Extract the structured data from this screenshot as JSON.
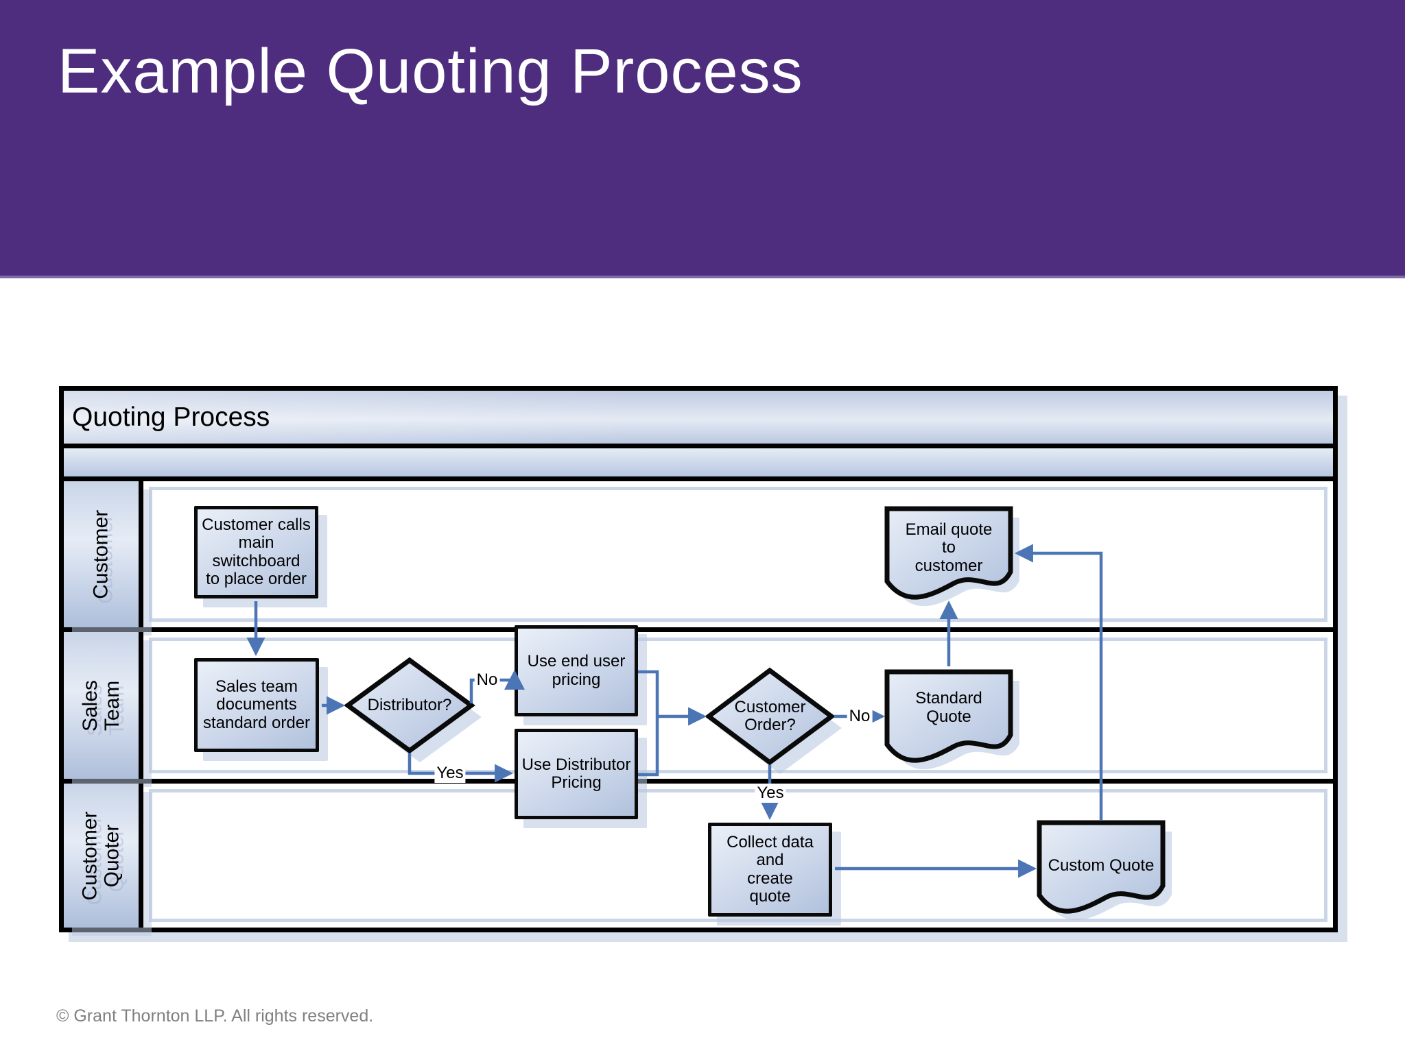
{
  "slide": {
    "title": "Example Quoting Process",
    "footer": "© Grant Thornton LLP. All rights reserved."
  },
  "diagram": {
    "title": "Quoting Process",
    "lanes": {
      "customer": {
        "lines": [
          "Customer"
        ]
      },
      "sales_team": {
        "lines": [
          "Sales",
          "Team"
        ]
      },
      "customer_quoter": {
        "lines": [
          "Customer",
          "Quoter"
        ]
      }
    },
    "nodes": {
      "customer_calls": {
        "type": "process",
        "lines": [
          "Customer calls",
          "main switchboard",
          "to place order"
        ]
      },
      "sales_team_documents": {
        "type": "process",
        "lines": [
          "Sales team",
          "documents",
          "standard order"
        ]
      },
      "distributor": {
        "type": "decision",
        "lines": [
          "Distributor?"
        ]
      },
      "use_end_user_pricing": {
        "type": "process",
        "lines": [
          "Use end user",
          "pricing"
        ]
      },
      "use_distributor_pricing": {
        "type": "process",
        "lines": [
          "Use Distributor",
          "Pricing"
        ]
      },
      "customer_order": {
        "type": "decision",
        "lines": [
          "Customer",
          "Order?"
        ]
      },
      "standard_quote": {
        "type": "document",
        "lines": [
          "Standard",
          "Quote"
        ]
      },
      "email_quote": {
        "type": "document",
        "lines": [
          "Email quote",
          "to",
          "customer"
        ]
      },
      "collect_data": {
        "type": "process",
        "lines": [
          "Collect data and",
          "create",
          "quote"
        ]
      },
      "custom_quote": {
        "type": "document",
        "lines": [
          "Custom Quote"
        ]
      }
    },
    "edge_labels": {
      "distributor_no": "No",
      "distributor_yes": "Yes",
      "customer_order_no": "No",
      "customer_order_yes": "Yes"
    },
    "colors": {
      "header_purple": "#4f2d7e",
      "connector_blue": "#4b75b5",
      "shape_fill_light": "#e8eef7",
      "shape_fill_dark": "#b1c1dd"
    }
  }
}
